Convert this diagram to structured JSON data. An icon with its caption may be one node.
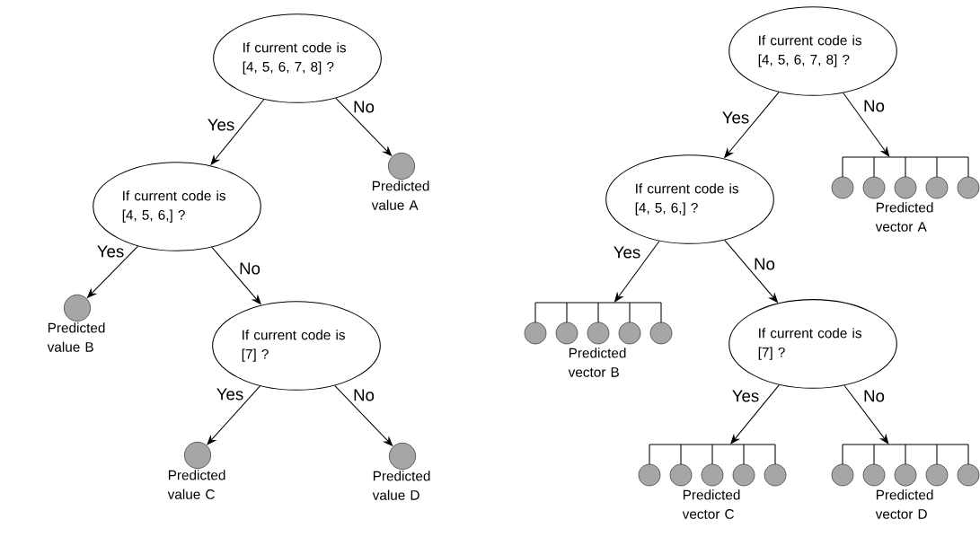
{
  "diagram": {
    "nodes": [
      {
        "text": [
          "If current code is [4, 5, 6, 7, 8] ?"
        ]
      },
      {
        "text": [],
        "shape": "circle",
        "beside": [
          "Predicted value A"
        ]
      },
      {
        "text": [
          "If current code is [4, 5, 6,] ?"
        ]
      },
      {
        "text": [],
        "shape": "circle",
        "beside": [
          "Predicted value B"
        ]
      },
      {
        "text": [
          "If current code is [7] ?"
        ]
      },
      {
        "text": [],
        "shape": "circle",
        "beside": [
          "Predicted value C"
        ]
      },
      {
        "text": [],
        "shape": "circle",
        "beside": [
          "Predicted value D"
        ]
      },
      {
        "text": [
          "If current code is [4, 5, 6, 7, 8] ?"
        ]
      },
      {
        "text": [],
        "shape": "bar",
        "beside": [
          "Predicted vector A"
        ]
      },
      {
        "text": [
          "If current code is [4, 5, 6,] ?"
        ]
      },
      {
        "text": [],
        "shape": "bar",
        "beside": [
          "Predicted vector B"
        ]
      },
      {
        "text": [
          "If current code is [7] ?"
        ]
      },
      {
        "text": [],
        "shape": "bar",
        "beside": [
          "Predicted vector C"
        ]
      },
      {
        "text": [],
        "shape": "bar",
        "beside": [
          "Predicted vector D"
        ]
      }
    ],
    "edges": [
      {
        "from": 0,
        "to": 2,
        "arrow": "to",
        "label": "Yes"
      },
      {
        "from": 0,
        "to": 1,
        "arrow": "to",
        "label": "No"
      },
      {
        "from": 2,
        "to": 3,
        "arrow": "to",
        "label": "Yes"
      },
      {
        "from": 2,
        "to": 4,
        "arrow": "to",
        "label": "No"
      },
      {
        "from": 4,
        "to": 5,
        "arrow": "to",
        "label": "Yes"
      },
      {
        "from": 4,
        "to": 6,
        "arrow": "to",
        "label": "No"
      },
      {
        "from": 7,
        "to": 9,
        "arrow": "to",
        "label": "Yes"
      },
      {
        "from": 7,
        "to": 8,
        "arrow": "to",
        "label": "No"
      },
      {
        "from": 9,
        "to": 10,
        "arrow": "to",
        "label": "Yes"
      },
      {
        "from": 9,
        "to": 11,
        "arrow": "to",
        "label": "No"
      },
      {
        "from": 11,
        "to": 12,
        "arrow": "to",
        "label": "Yes"
      },
      {
        "from": 11,
        "to": 13,
        "arrow": "to",
        "label": "No"
      }
    ]
  }
}
